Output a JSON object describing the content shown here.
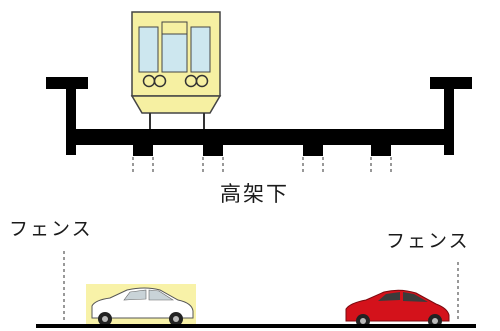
{
  "labels": {
    "under_viaduct": "高架下",
    "fence_left": "フェンス",
    "fence_right": "フェンス"
  },
  "colors": {
    "structure": "#000000",
    "train_body": "#f6f0a2",
    "train_window": "#cde7ef",
    "white_car": "#ffffff",
    "white_car_highlight": "#f8f2a8",
    "red_car": "#d4121b"
  },
  "icons": {
    "train": "train-front-icon",
    "white_car": "white-car-icon",
    "red_car": "red-car-icon"
  }
}
